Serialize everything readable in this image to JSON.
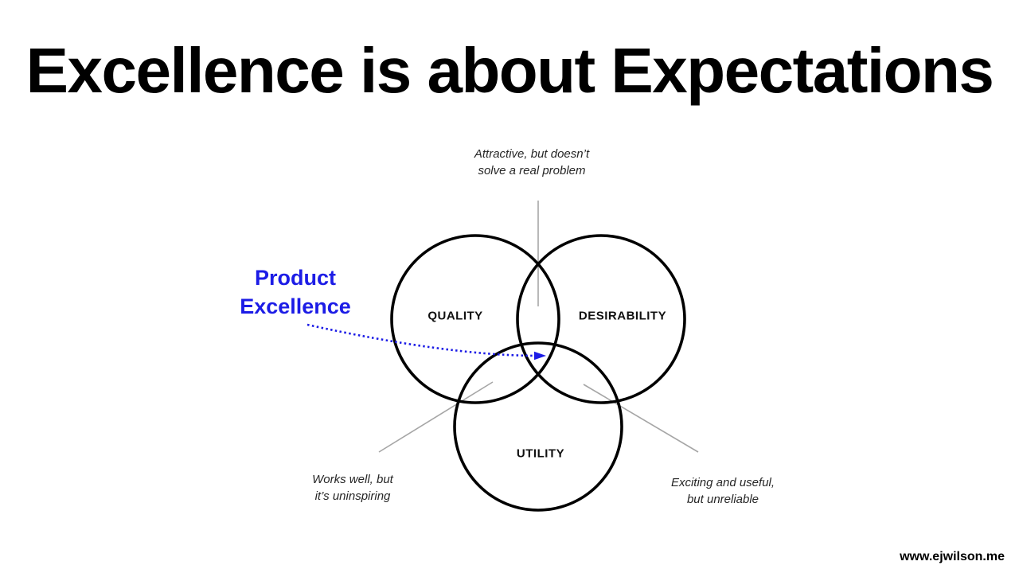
{
  "page": {
    "title": "Excellence is about Expectations",
    "footer_url": "www.ejwilson.me"
  },
  "diagram": {
    "type": "venn-diagram",
    "circles": [
      {
        "id": "quality",
        "label": "QUALITY"
      },
      {
        "id": "desirability",
        "label": "DESIRABILITY"
      },
      {
        "id": "utility",
        "label": "UTILITY"
      }
    ],
    "center_pointer": {
      "label_line1": "Product",
      "label_line2": "Excellence",
      "points_to": "center overlap of all three circles"
    },
    "annotations": [
      {
        "region": "quality-desirability-overlap",
        "line1": "Attractive, but doesn’t",
        "line2": "solve a real problem"
      },
      {
        "region": "quality-utility-overlap",
        "line1": "Works well, but",
        "line2": "it’s uninspiring"
      },
      {
        "region": "desirability-utility-overlap",
        "line1": "Exciting and useful,",
        "line2": "but unreliable"
      }
    ],
    "colors": {
      "circle_stroke": "#000000",
      "pointer_line_gray": "#a6a6a6",
      "accent_blue": "#1c1ce6",
      "annotation_text": "#262626",
      "title_text": "#000000"
    }
  }
}
